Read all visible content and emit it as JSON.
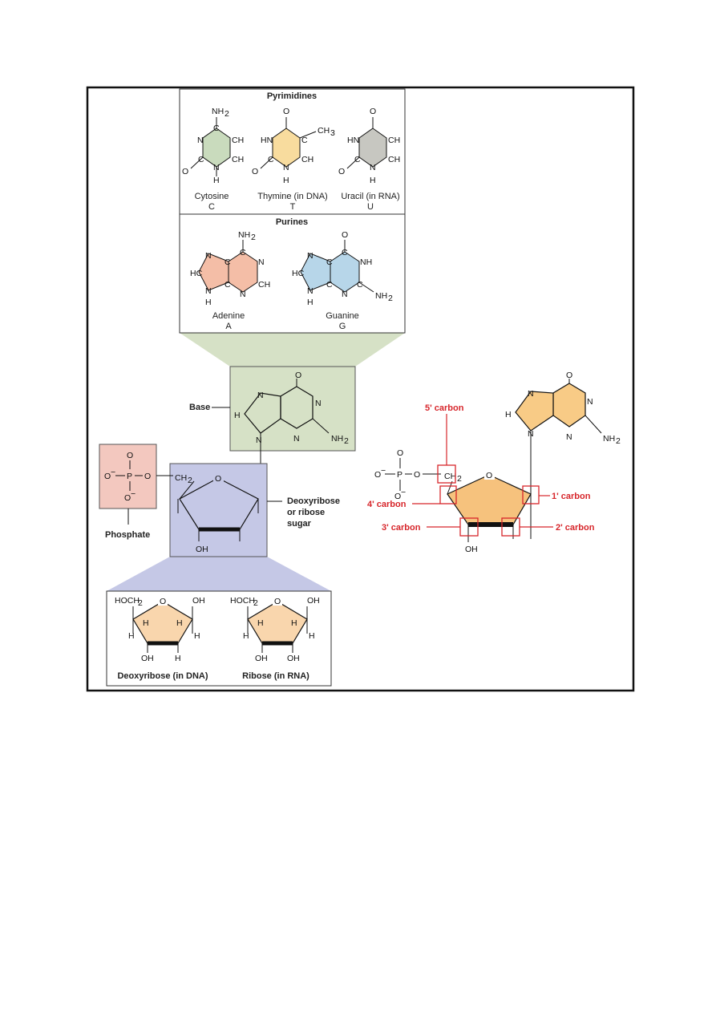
{
  "pyrimidines": {
    "title": "Pyrimidines",
    "items": [
      {
        "name": "Cytosine",
        "letter": "C"
      },
      {
        "name": "Thymine (in DNA)",
        "letter": "T"
      },
      {
        "name": "Uracil (in RNA)",
        "letter": "U"
      }
    ]
  },
  "purines": {
    "title": "Purines",
    "items": [
      {
        "name": "Adenine",
        "letter": "A"
      },
      {
        "name": "Guanine",
        "letter": "G"
      }
    ]
  },
  "nucleotide": {
    "base_label": "Base",
    "phosphate_label": "Phosphate",
    "sugar_label_line1": "Deoxyribose",
    "sugar_label_line2": "or ribose",
    "sugar_label_line3": "sugar"
  },
  "sugars": {
    "items": [
      {
        "name": "Deoxyribose (in DNA)"
      },
      {
        "name": "Ribose (in RNA)"
      }
    ]
  },
  "carbons": {
    "c5": "5' carbon",
    "c4": "4' carbon",
    "c3": "3' carbon",
    "c2": "2' carbon",
    "c1": "1' carbon"
  },
  "colors": {
    "cytosine": "#c9dbbd",
    "thymine": "#f8dc9e",
    "uracil": "#c7c7c1",
    "adenine": "#f4bea7",
    "guanine": "#b7d6e9",
    "base_panel": "#d6e1c6",
    "sugar_panel": "#c5c8e6",
    "phosphate_panel": "#f3c8bf",
    "ribose_fill": "#f9d6ad",
    "carbon_sugar": "#f6c27d",
    "carbon_base": "#f8cb86",
    "annotation": "#d7262b"
  }
}
